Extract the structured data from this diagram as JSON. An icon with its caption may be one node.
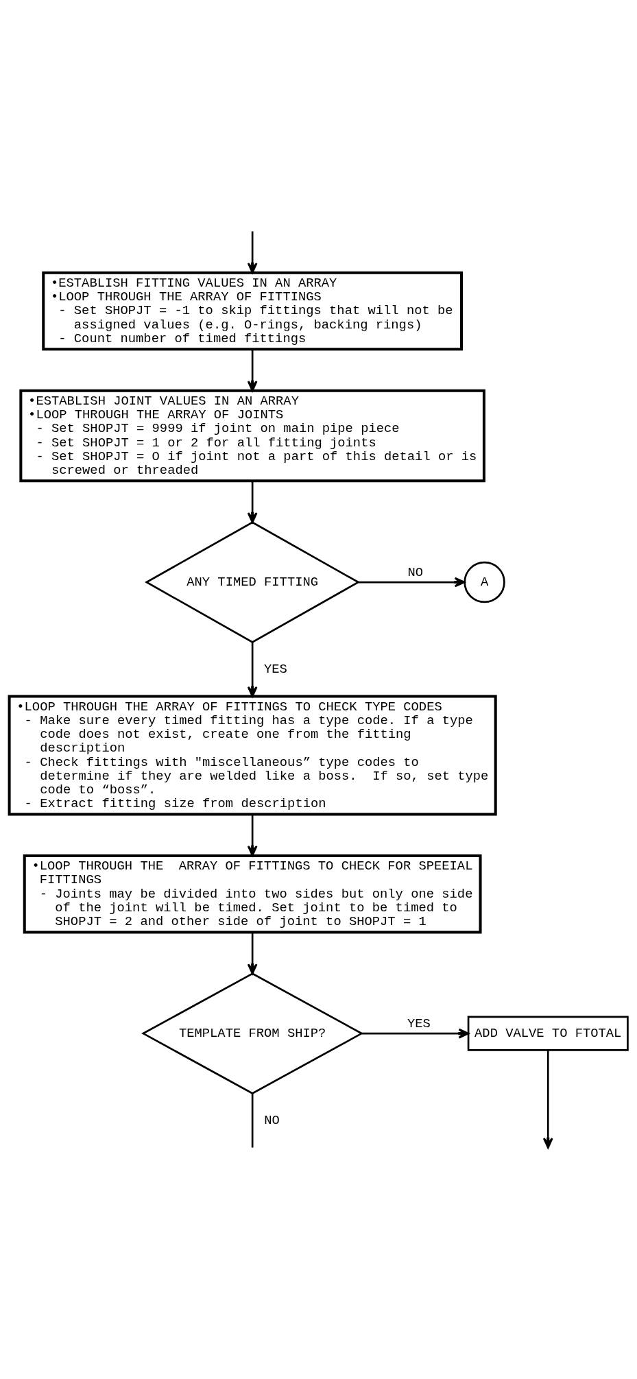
{
  "diagram": {
    "nodes": [
      {
        "text": [
          "•ESTABLISH FITTING VALUES IN AN ARRAY",
          "•LOOP THROUGH THE ARRAY OF FITTINGS",
          "- Set SHOPJT = -1 to skip fittings that will not be assigned values (e.g. O-rings, backing rings)",
          "- Count number of timed fittings"
        ]
      },
      {
        "text": [
          "•ESTABLISH JOINT VALUES IN AN ARRAY",
          "•LOOP THROUGH THE ARRAY OF JOINTS",
          "- Set SHOPJT = 9999 if joint on main pipe piece",
          "- Set SHOPJT = 1 or 2 for all fitting joints",
          "- Set SHOPJT = O if joint not a part of this detail or is screwed or threaded"
        ]
      },
      {
        "text": [
          "ANY TIMED FITTING"
        ]
      },
      {
        "text": [
          "A"
        ]
      },
      {
        "text": [
          "•LOOP THROUGH THE ARRAY OF FITTINGS TO CHECK TYPE CODES",
          "- Make sure every timed fitting has a type code. If a type code does not exist, create one from the fitting description",
          "- Check fittings with \"miscellaneous” type codes to determine if they are welded like a boss.  If so, set type code to “boss”.",
          "- Extract fitting size from description"
        ]
      },
      {
        "text": [
          "•LOOP THROUGH THE  ARRAY OF FITTINGS TO CHECK FOR SPEEIAL FITTINGS",
          "- Joints may be divided into two sides but only one side of the joint will be timed. Set joint to be timed to SHOPJT = 2 and other side of joint to SHOPJT = 1"
        ]
      },
      {
        "text": [
          "TEMPLATE FROM SHIP?"
        ]
      },
      {
        "text": [
          "ADD VALVE TO FTOTAL"
        ]
      }
    ],
    "edges": [
      {
        "from": null,
        "to": 0,
        "arrow": "to"
      },
      {
        "from": 0,
        "to": 1,
        "arrow": "to"
      },
      {
        "from": 1,
        "to": 2,
        "arrow": "to"
      },
      {
        "from": 2,
        "to": 3,
        "arrow": "to",
        "label": "NO"
      },
      {
        "from": 2,
        "to": 4,
        "arrow": "to",
        "label": "YES"
      },
      {
        "from": 4,
        "to": 5,
        "arrow": "to"
      },
      {
        "from": 5,
        "to": 6,
        "arrow": "to"
      },
      {
        "from": 6,
        "to": 7,
        "arrow": "to",
        "label": "YES"
      },
      {
        "from": 6,
        "to": null,
        "arrow": "none",
        "label": "NO"
      },
      {
        "from": 7,
        "to": null,
        "arrow": "to"
      }
    ]
  }
}
